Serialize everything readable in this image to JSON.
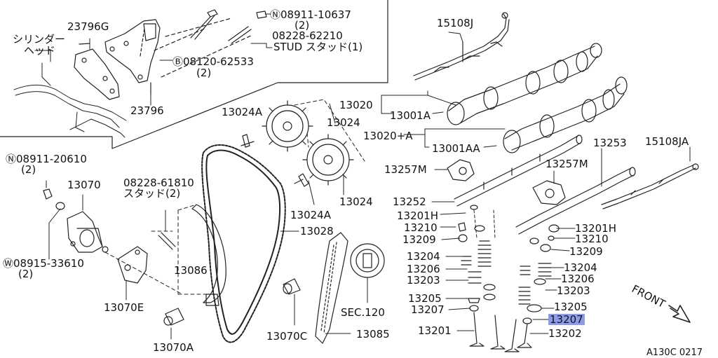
{
  "texts": {
    "cyl_l1": "シリンダー",
    "cyl_l2": "ヘッド",
    "p23796G": "23796G",
    "p23796": "23796",
    "n08911_10637": "08911-10637",
    "n08911_10637_q": "(2)",
    "p08228_62210": "08228-62210",
    "stud1": "STUD スタッド(1)",
    "b08120_62533": "08120-62533",
    "b08120_62533_q": "(2)",
    "p15108J": "15108J",
    "p13020": "13020",
    "p13001A": "13001A",
    "p13020A": "13020+A",
    "p13001AA": "13001AA",
    "p13024A_top": "13024A",
    "p13024_top": "13024",
    "p13024_mid": "13024",
    "p13024A_mid": "13024A",
    "p13028": "13028",
    "n08911_20610": "08911-20610",
    "n08911_20610_q": "(2)",
    "p13070": "13070",
    "p08228_61810": "08228-61810",
    "stud2": "スタッド(2)",
    "w08915_33610": "08915-33610",
    "w08915_33610_q": "(2)",
    "p13086": "13086",
    "p13070E": "13070E",
    "p13070A": "13070A",
    "p13070C": "13070C",
    "p13085": "13085",
    "sec120": "SEC.120",
    "p13257M_l": "13257M",
    "p13252": "13252",
    "p13201H_l": "13201H",
    "p13210_l": "13210",
    "p13209_l": "13209",
    "p13204_l": "13204",
    "p13206_l": "13206",
    "p13203_l": "13203",
    "p13205_l": "13205",
    "p13207_l": "13207",
    "p13201": "13201",
    "p13253": "13253",
    "p15108JA": "15108JA",
    "p13257M_r": "13257M",
    "p13201H_r": "13201H",
    "p13210_r": "13210",
    "p13209_r": "13209",
    "p13204_r": "13204",
    "p13206_r": "13206",
    "p13203_r": "13203",
    "p13205_r": "13205",
    "p13207_r": "13207",
    "p13202": "13202",
    "front": "FRONT",
    "code": "A130C 0217"
  },
  "symbols": {
    "n": "N",
    "b": "B",
    "w": "W"
  },
  "highlight_color": "#8e9be6"
}
